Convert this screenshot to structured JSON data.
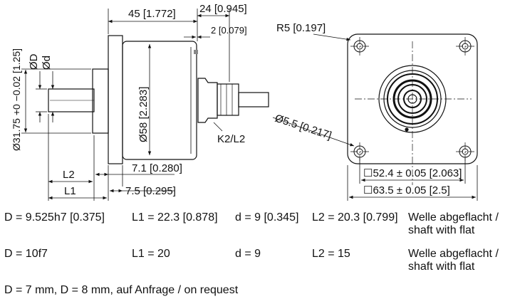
{
  "drawing": {
    "dim_45": "45 [1.772]",
    "dim_24": "24 [0.945]",
    "dim_2": "2 [0.079]",
    "dim_58": "Ø58 [2.283]",
    "dim_shaft_dia": "Ø31.75 +0 −0.02 [1.25]",
    "label_D": "ØD",
    "label_d": "Ød",
    "label_K2L2": "K2/L2",
    "label_L2": "L2",
    "label_L1": "L1",
    "dim_7_1": "7.1 [0.280]",
    "dim_7_5": "7.5 [0.295]",
    "label_R5": "R5 [0.197]",
    "dim_5_5": "Ø5.5 [0.217]",
    "dim_52_4": "☐52.4 ± 0.05 [2.063]",
    "dim_63_5": "☐63.5 ± 0.05 [2.5]"
  },
  "specs": {
    "row1": {
      "D": "D = 9.525h7 [0.375]",
      "L1": "L1 = 22.3 [0.878]",
      "d": "d = 9 [0.345]",
      "L2": "L2 = 20.3 [0.799]",
      "note": "Welle abgeflacht / shaft with flat"
    },
    "row2": {
      "D": "D = 10f7",
      "L1": "L1 = 20",
      "d": "d = 9",
      "L2": "L2 = 15",
      "note": "Welle abgeflacht / shaft with flat"
    },
    "footer": "D = 7 mm, D = 8 mm, auf Anfrage / on request"
  }
}
